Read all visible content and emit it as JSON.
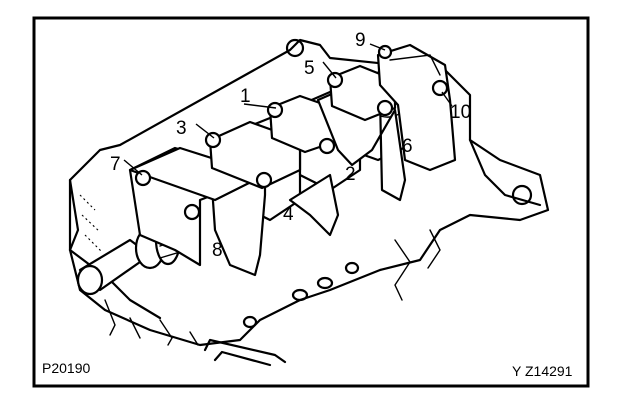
{
  "figure": {
    "code_left": "P20190",
    "code_right": "Y  Z14291"
  },
  "callouts": {
    "n1": "1",
    "n2": "2",
    "n3": "3",
    "n4": "4",
    "n5": "5",
    "n6": "6",
    "n7": "7",
    "n8": "8",
    "n9": "9",
    "n10": "10"
  }
}
